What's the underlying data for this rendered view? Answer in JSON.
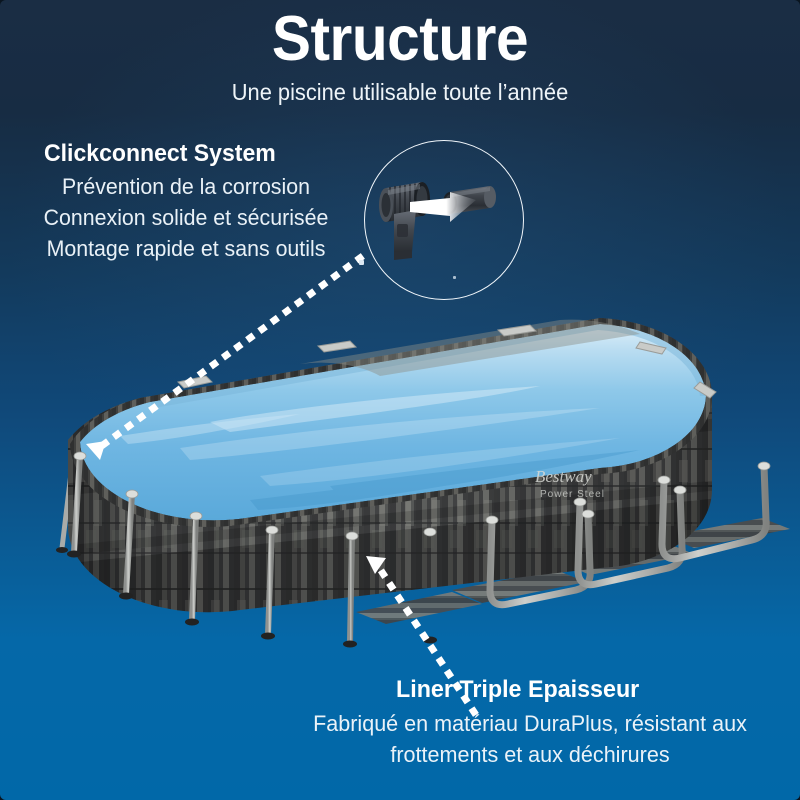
{
  "header": {
    "title": "Structure",
    "subtitle": "Une piscine utilisable toute l’année"
  },
  "callout_clickconnect": {
    "heading": "Clickconnect System",
    "lines": [
      "Prévention de la corrosion",
      "Connexion solide et sécurisée",
      "Montage rapide et sans outils"
    ]
  },
  "callout_liner": {
    "heading": "Liner Triple Epaisseur",
    "lines": [
      "Fabriqué en matériau DuraPlus, résistant aux",
      "frottements et aux déchirures"
    ]
  },
  "product": {
    "brand": "Bestway",
    "model": "Power Steel",
    "type": "oval above-ground frame pool",
    "wall_finish": "dark grey wood-plank pattern",
    "frame_finish": "light grey powder-coated steel",
    "water_color": "#8ec6e8"
  },
  "inset_photo": {
    "caption_target": "clickconnect-t-joint-and-pipe",
    "arrow_direction": "left"
  },
  "icons": {
    "pointer_top": "dotted-leader-arrow-icon",
    "pointer_bottom": "dotted-leader-arrow-icon",
    "inset_ring": "circle-outline-icon"
  },
  "colors": {
    "bg_top": "#1a2d44",
    "bg_bottom": "#0168a8",
    "text_primary": "#ffffff",
    "text_secondary": "#e9f1f7",
    "pool_wall_dark": "#3b3c3e",
    "pool_wall_light": "#9a9b99",
    "frame_grey": "#b6b8b6",
    "water_light": "#cfe6f4",
    "water_mid": "#6fb6e2"
  }
}
